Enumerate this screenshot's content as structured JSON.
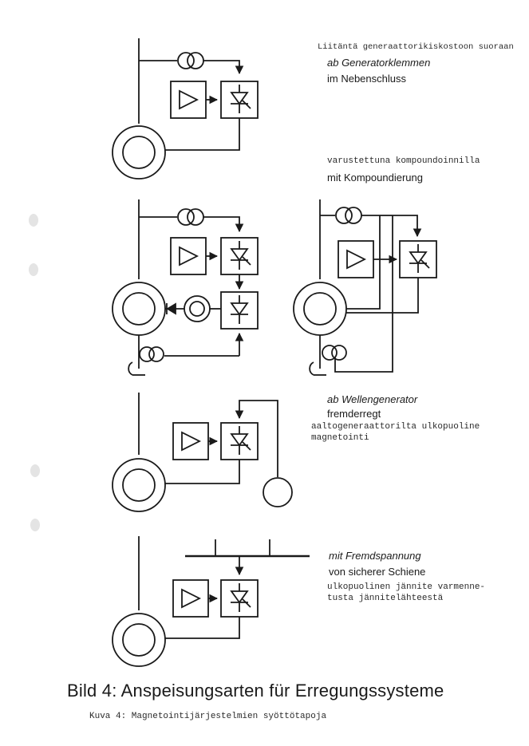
{
  "sections": [
    {
      "fi": "Liitäntä generaattorikiskostoon suoraan",
      "de_1": "ab Generatorklemmen",
      "de_2": "im Nebenschluss"
    },
    {
      "fi": "varustettuna kompoundoinnilla",
      "de_1": "mit Kompoundierung"
    },
    {
      "de_1": "ab Wellengenerator",
      "de_2": "fremderregt",
      "fi_1": "aaltogeneraattorilta ulkopuoline",
      "fi_2": "magnetointi"
    },
    {
      "de_1": "mit Fremdspannung",
      "de_2": "von sicherer Schiene",
      "fi_1": "ulkopuolinen jännite varmenne-",
      "fi_2": "tusta jännitelähteestä"
    }
  ],
  "title": "Bild 4:  Anspeisungsarten für Erregungssysteme",
  "caption": "Kuva 4:   Magnetointijärjestelmien syöttötapoja",
  "colors": {
    "ink": "#1a1a1a",
    "paper": "#ffffff"
  },
  "icons": [
    "generator-icon",
    "current-transformer-icon",
    "amplifier-icon",
    "thyristor-icon",
    "diode-icon",
    "exciter-icon",
    "ground-icon"
  ]
}
